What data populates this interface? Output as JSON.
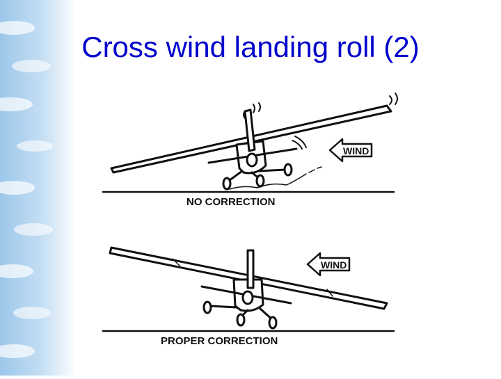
{
  "title": "Cross wind landing roll (2)",
  "top_panel": {
    "caption": "NO CORRECTION",
    "wind_label": "WIND"
  },
  "bottom_panel": {
    "caption": "PROPER CORRECTION",
    "wind_label": "WIND"
  },
  "colors": {
    "title": "#0000cc",
    "sky": "#9cc7ea",
    "ink": "#111111"
  }
}
